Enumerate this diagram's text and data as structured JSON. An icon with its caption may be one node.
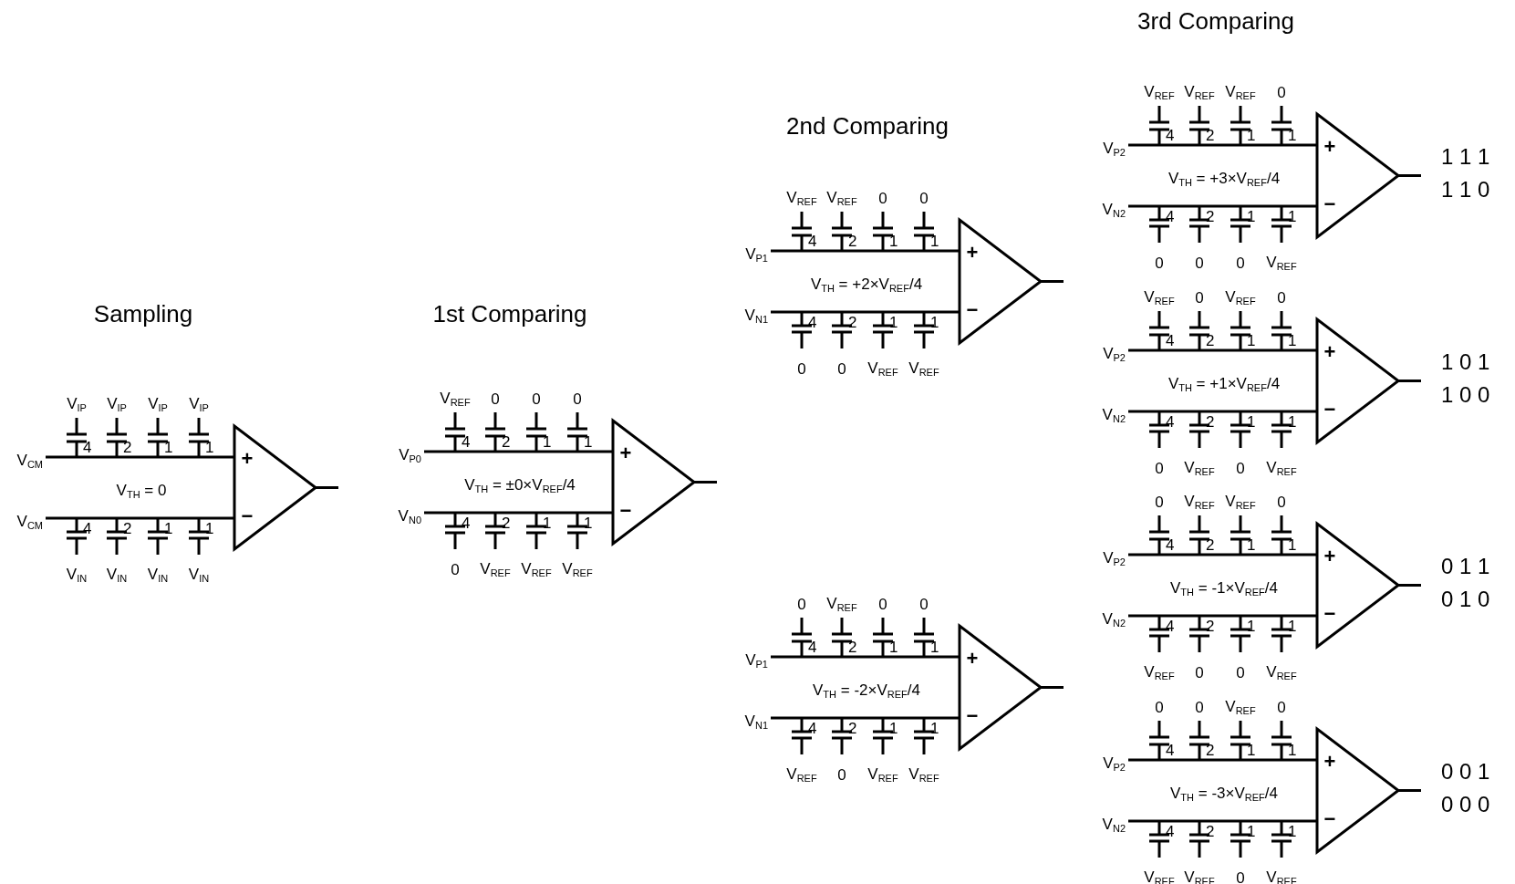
{
  "diagram": {
    "labels": [
      "Sampling",
      "V$_{IP}$",
      "V$_{IP}$",
      "V$_{IP}$",
      "V$_{IP}$",
      "4",
      "2",
      "1",
      "1",
      "V$_{CM}$",
      "+",
      "V$_{TH}$ = 0",
      "V$_{CM}$",
      "−",
      "4",
      "2",
      "1",
      "1",
      "V$_{IN}$",
      "V$_{IN}$",
      "V$_{IN}$",
      "V$_{IN}$",
      "1st Comparing",
      "V$_{REF}$",
      "0",
      "0",
      "0",
      "4",
      "2",
      "1",
      "1",
      "V$_{P0}$",
      "+",
      "V$_{TH}$ = ±0×V$_{REF}$/4",
      "V$_{N0}$",
      "−",
      "4",
      "2",
      "1",
      "1",
      "0",
      "V$_{REF}$",
      "V$_{REF}$",
      "V$_{REF}$",
      "2nd Comparing",
      "V$_{REF}$",
      "V$_{REF}$",
      "0",
      "0",
      "4",
      "2",
      "1",
      "1",
      "V$_{P1}$",
      "+",
      "V$_{TH}$ = +2×V$_{REF}$/4",
      "V$_{N1}$",
      "−",
      "4",
      "2",
      "1",
      "1",
      "0",
      "0",
      "V$_{REF}$",
      "V$_{REF}$",
      "0",
      "V$_{REF}$",
      "0",
      "0",
      "4",
      "2",
      "1",
      "1",
      "V$_{P1}$",
      "+",
      "V$_{TH}$ = -2×V$_{REF}$/4",
      "V$_{N1}$",
      "−",
      "4",
      "2",
      "1",
      "1",
      "V$_{REF}$",
      "0",
      "V$_{REF}$",
      "V$_{REF}$",
      "3rd Comparing",
      "V$_{REF}$",
      "V$_{REF}$",
      "V$_{REF}$",
      "0",
      "4",
      "2",
      "1",
      "1",
      "V$_{P2}$",
      "+",
      "V$_{TH}$ = +3×V$_{REF}$/4",
      "V$_{N2}$",
      "−",
      "4",
      "2",
      "1",
      "1",
      "0",
      "0",
      "0",
      "V$_{REF}$",
      "1 1 1",
      "1 1 0",
      "V$_{REF}$",
      "0",
      "V$_{REF}$",
      "0",
      "4",
      "2",
      "1",
      "1",
      "V$_{P2}$",
      "+",
      "V$_{TH}$ = +1×V$_{REF}$/4",
      "V$_{N2}$",
      "−",
      "4",
      "2",
      "1",
      "1",
      "0",
      "V$_{REF}$",
      "0",
      "V$_{REF}$",
      "1 0 1",
      "1 0 0",
      "0",
      "V$_{REF}$",
      "V$_{REF}$",
      "0",
      "4",
      "2",
      "1",
      "1",
      "V$_{P2}$",
      "+",
      "V$_{TH}$ = -1×V$_{REF}$/4",
      "V$_{N2}$",
      "−",
      "4",
      "2",
      "1",
      "1",
      "V$_{REF}$",
      "0",
      "0",
      "V$_{REF}$",
      "0 1 1",
      "0 1 0",
      "0",
      "0",
      "V$_{REF}$",
      "0",
      "4",
      "2",
      "1",
      "1",
      "V$_{P2}$",
      "+",
      "V$_{TH}$ = -3×V$_{REF}$/4",
      "V$_{N2}$",
      "−",
      "4",
      "2",
      "1",
      "1",
      "V$_{REF}$",
      "V$_{REF}$",
      "0",
      "V$_{REF}$",
      "0 0 1",
      "0 0 0"
    ]
  }
}
